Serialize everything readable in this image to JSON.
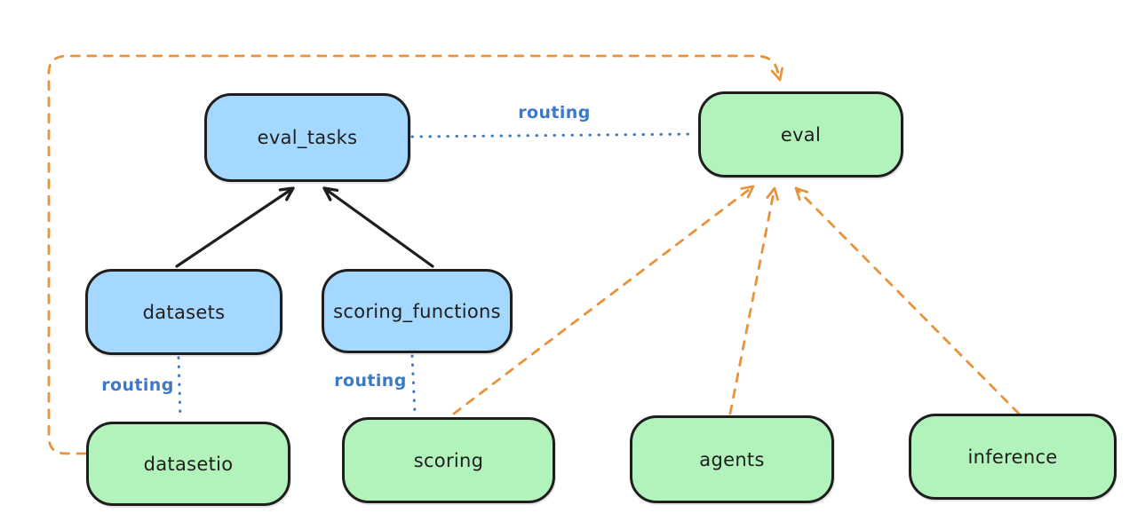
{
  "colors": {
    "ink": "#1e1e1e",
    "node-blue": "#a5d8ff",
    "node-green": "#b2f2bb",
    "line-blue": "#3b7ac8",
    "line-orange": "#e8923c",
    "bg": "#ffffff"
  },
  "nodes": {
    "eval_tasks": {
      "label": "eval_tasks",
      "fill": "#a5d8ff"
    },
    "eval": {
      "label": "eval",
      "fill": "#b2f2bb"
    },
    "datasets": {
      "label": "datasets",
      "fill": "#a5d8ff"
    },
    "scoring_functions": {
      "label": "scoring_functions",
      "fill": "#a5d8ff"
    },
    "datasetio": {
      "label": "datasetio",
      "fill": "#b2f2bb"
    },
    "scoring": {
      "label": "scoring",
      "fill": "#b2f2bb"
    },
    "agents": {
      "label": "agents",
      "fill": "#b2f2bb"
    },
    "inference": {
      "label": "inference",
      "fill": "#b2f2bb"
    }
  },
  "edge_labels": {
    "top": "routing",
    "datasets_datasetio": "routing",
    "scoring_functions_scoring": "routing"
  },
  "edges": [
    {
      "from": "datasets",
      "to": "eval_tasks",
      "style": "solid",
      "color": "#1e1e1e",
      "arrow": true
    },
    {
      "from": "scoring_functions",
      "to": "eval_tasks",
      "style": "solid",
      "color": "#1e1e1e",
      "arrow": true
    },
    {
      "from": "eval_tasks",
      "to": "eval",
      "style": "dotted",
      "color": "#3b7ac8",
      "label": "routing",
      "arrow": false
    },
    {
      "from": "datasets",
      "to": "datasetio",
      "style": "dotted",
      "color": "#3b7ac8",
      "label": "routing",
      "arrow": false
    },
    {
      "from": "scoring_functions",
      "to": "scoring",
      "style": "dotted",
      "color": "#3b7ac8",
      "label": "routing",
      "arrow": false
    },
    {
      "from": "datasetio",
      "to": "eval",
      "style": "dashed",
      "color": "#e8923c",
      "arrow": true,
      "route": "left-around-top"
    },
    {
      "from": "scoring",
      "to": "eval",
      "style": "dashed",
      "color": "#e8923c",
      "arrow": true
    },
    {
      "from": "agents",
      "to": "eval",
      "style": "dashed",
      "color": "#e8923c",
      "arrow": true
    },
    {
      "from": "inference",
      "to": "eval",
      "style": "dashed",
      "color": "#e8923c",
      "arrow": true
    }
  ]
}
